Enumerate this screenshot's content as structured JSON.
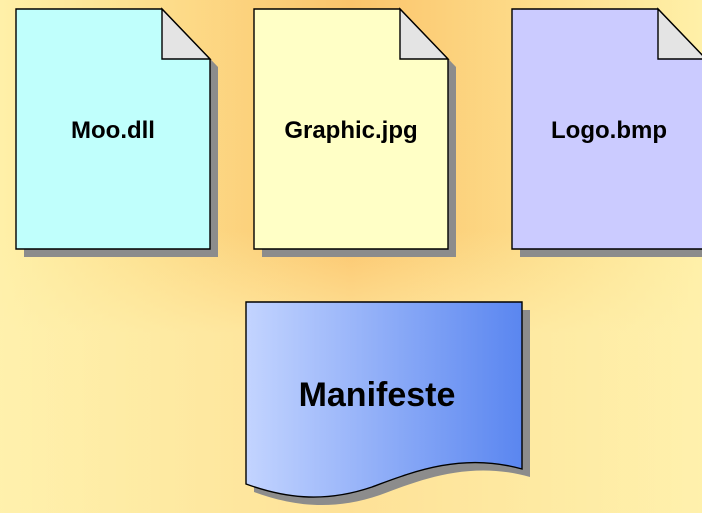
{
  "files": [
    {
      "name": "Moo.dll",
      "fill": "#c0fffc"
    },
    {
      "name": "Graphic.jpg",
      "fill": "#ffffc6"
    },
    {
      "name": "Logo.bmp",
      "fill": "#cbcbff"
    }
  ],
  "manifest": {
    "label": "Manifeste",
    "gradient_start": "#c3d4ff",
    "gradient_end": "#5a86f0"
  },
  "colors": {
    "outline": "#000000",
    "shadow": "#8c8c8c"
  }
}
